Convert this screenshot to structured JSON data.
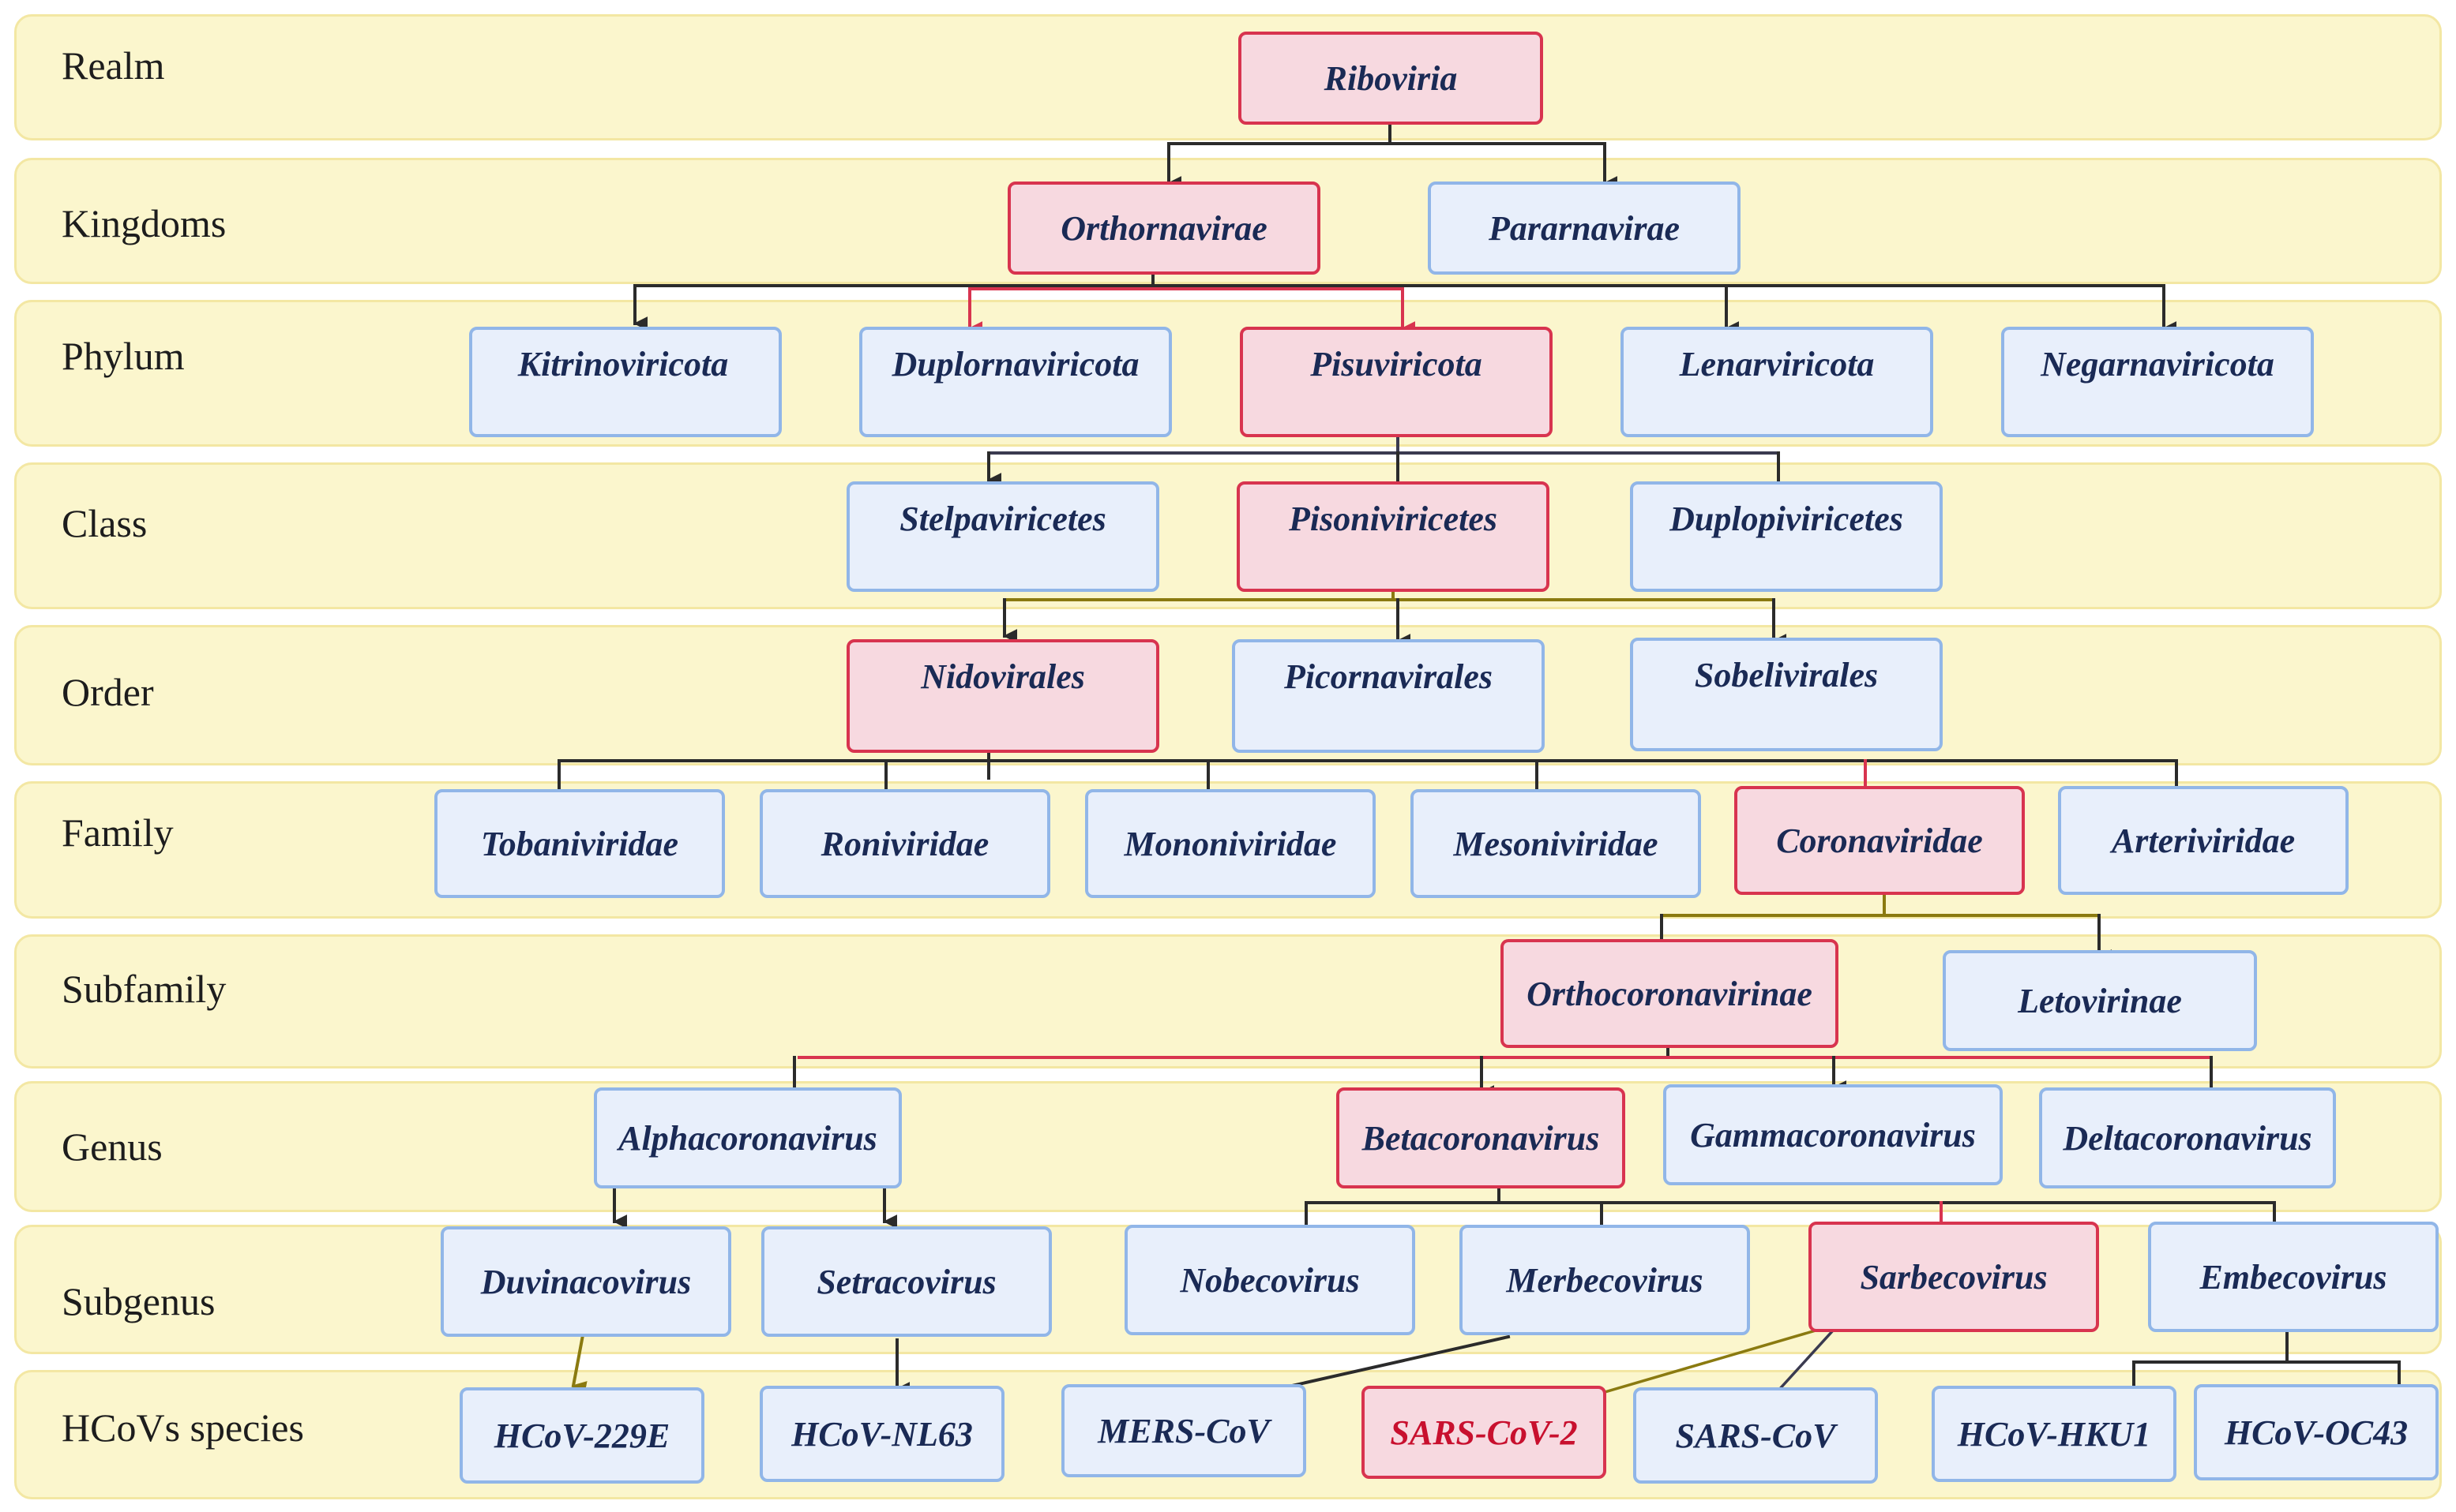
{
  "ranks": {
    "realm": "Realm",
    "kingdoms": "Kingdoms",
    "phylum": "Phylum",
    "class": "Class",
    "order": "Order",
    "family": "Family",
    "subfamily": "Subfamily",
    "genus": "Genus",
    "subgenus": "Subgenus",
    "species": "HCoVs species"
  },
  "taxa": {
    "riboviria": "Riboviria",
    "orthornavirae": "Orthornavirae",
    "pararnavirae": "Pararnavirae",
    "kitrinoviricota": "Kitrinoviricota",
    "duplornaviricota": "Duplornaviricota",
    "pisuviricota": "Pisuviricota",
    "lenarviricota": "Lenarviricota",
    "negarnaviricota": "Negarnaviricota",
    "stelpaviricetes": "Stelpaviricetes",
    "pisoniviricetes": "Pisoniviricetes",
    "duplopiviricetes": "Duplopiviricetes",
    "nidovirales": "Nidovirales",
    "picornavirales": "Picornavirales",
    "sobelivirales": "Sobelivirales",
    "tobaniviridae": "Tobaniviridae",
    "roniviridae": "Roniviridae",
    "mononiviridae": "Mononiviridae",
    "mesoniviridae": "Mesoniviridae",
    "coronaviridae": "Coronaviridae",
    "arteriviridae": "Arteriviridae",
    "orthocoronavirinae": "Orthocoronavirinae",
    "letovirinae": "Letovirinae",
    "alphacoronavirus": "Alphacoronavirus",
    "betacoronavirus": "Betacoronavirus",
    "gammacoronavirus": "Gammacoronavirus",
    "deltacoronavirus": "Deltacoronavirus",
    "duvinacovirus": "Duvinacovirus",
    "setracovirus": "Setracovirus",
    "nobecovirus": "Nobecovirus",
    "merbecovirus": "Merbecovirus",
    "sarbecovirus": "Sarbecovirus",
    "embecovirus": "Embecovirus",
    "hcov_229e": "HCoV-229E",
    "hcov_nl63": "HCoV-NL63",
    "mers_cov": "MERS-CoV",
    "sars_cov_2": "SARS-CoV-2",
    "sars_cov": "SARS-CoV",
    "hcov_hku1": "HCoV-HKU1",
    "hcov_oc43": "HCoV-OC43"
  },
  "colors": {
    "band_fill": "#fbf6cd",
    "highlight_fill": "#f7d9e0",
    "highlight_border": "#d8344f",
    "node_fill": "#e8effb",
    "node_border": "#91b6e8",
    "connector": "#2b2b2b",
    "highlight_connector": "#d8344f",
    "species_connector": "#8a7a10"
  }
}
